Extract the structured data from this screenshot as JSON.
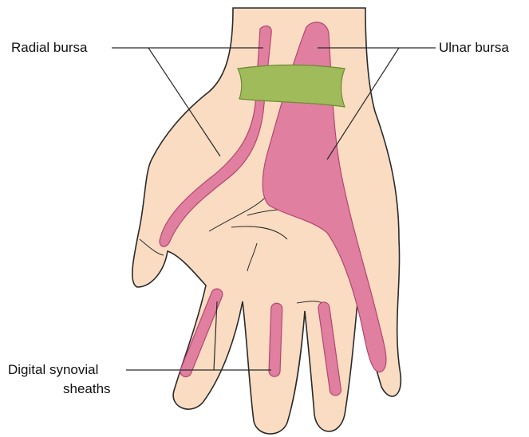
{
  "labels": {
    "radial_bursa": "Radial bursa",
    "ulnar_bursa": "Ulnar bursa",
    "digital_line1": "Digital synovial",
    "digital_line2": "sheaths"
  },
  "colors": {
    "skin": "#f9dcc2",
    "skin_shadow": "#efc6a5",
    "outline": "#2a2a2a",
    "sheath_fill": "#e07fa0",
    "sheath_edge": "#b5476f",
    "retinaculum": "#9fbb5a",
    "retinaculum_edge": "#6f8a36"
  }
}
